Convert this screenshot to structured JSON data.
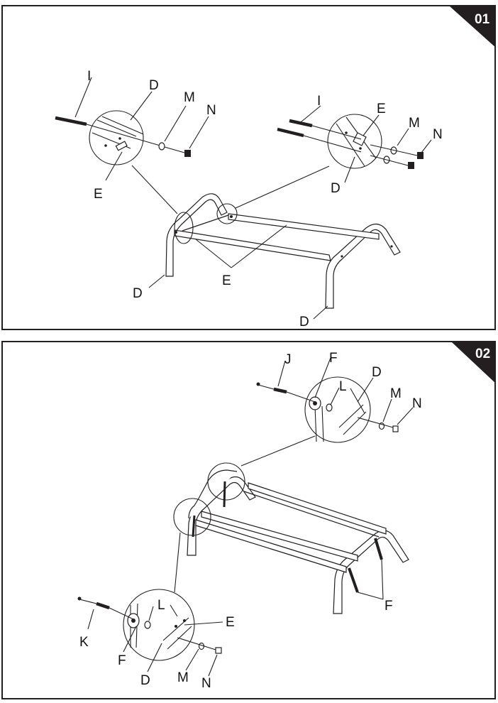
{
  "steps": [
    {
      "number": "01",
      "sub": "ml",
      "labels": {
        "i_left": "I",
        "d_circle_left": "D",
        "m_left": "M",
        "n_left": "N",
        "e_circle_left": "E",
        "i_right": "I",
        "e_circle_right": "E",
        "m_right": "M",
        "n_right": "N",
        "d_circle_right": "D",
        "d_leg_left": "D",
        "e_bars": "E",
        "d_leg_right": "D"
      }
    },
    {
      "number": "02",
      "labels": {
        "j_top": "J",
        "f_top": "F",
        "l_top": "L",
        "d_top": "D",
        "m_top": "M",
        "n_top": "N",
        "f_right": "F",
        "k_bottom": "K",
        "l_bottom": "L",
        "e_bottom": "E",
        "f_bottom": "F",
        "d_bottom": "D",
        "m_bottom": "M",
        "n_bottom": "N"
      }
    }
  ],
  "colors": {
    "ink": "#231f20",
    "badge": "#231f20",
    "paper": "#ffffff"
  }
}
